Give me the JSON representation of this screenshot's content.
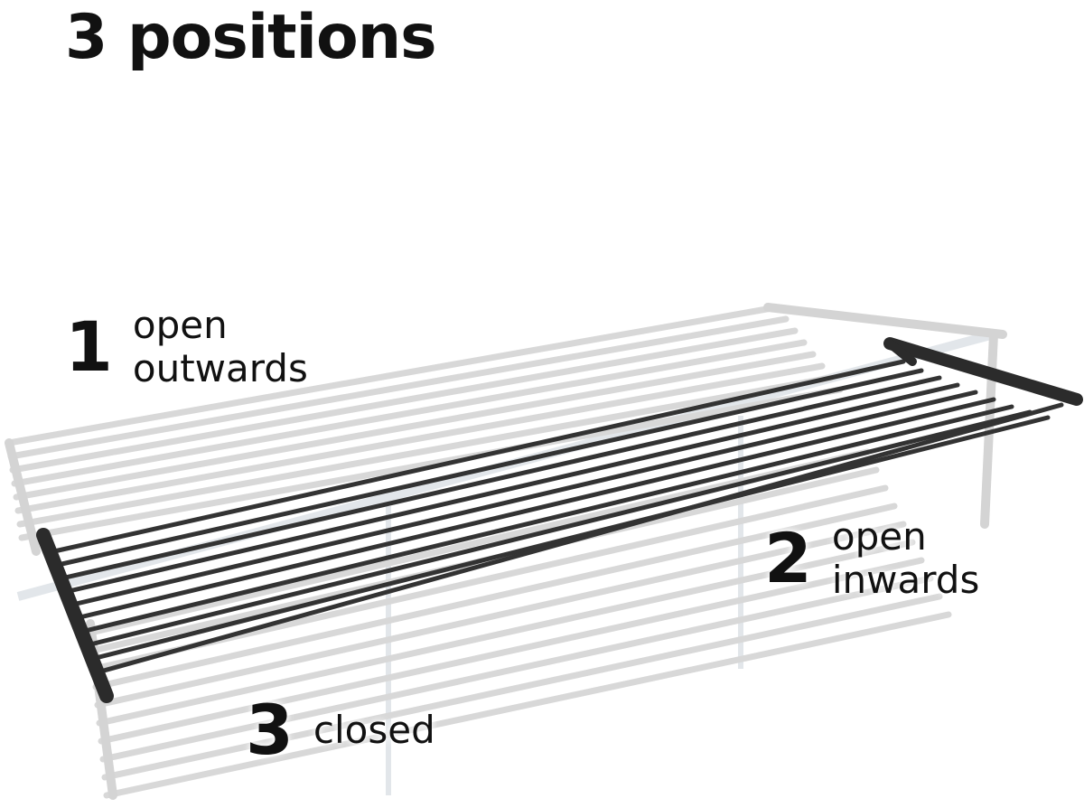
{
  "title": "3 positions",
  "positions": [
    {
      "number": "1",
      "line1": "open",
      "line2": "outwards"
    },
    {
      "number": "2",
      "line1": "open",
      "line2": "inwards"
    },
    {
      "number": "3",
      "line1": "closed",
      "line2": ""
    }
  ],
  "colors": {
    "text": "#111111",
    "rack_dark": "#2b2b2b",
    "rack_light": "#cfcfcf",
    "background": "#ffffff"
  }
}
